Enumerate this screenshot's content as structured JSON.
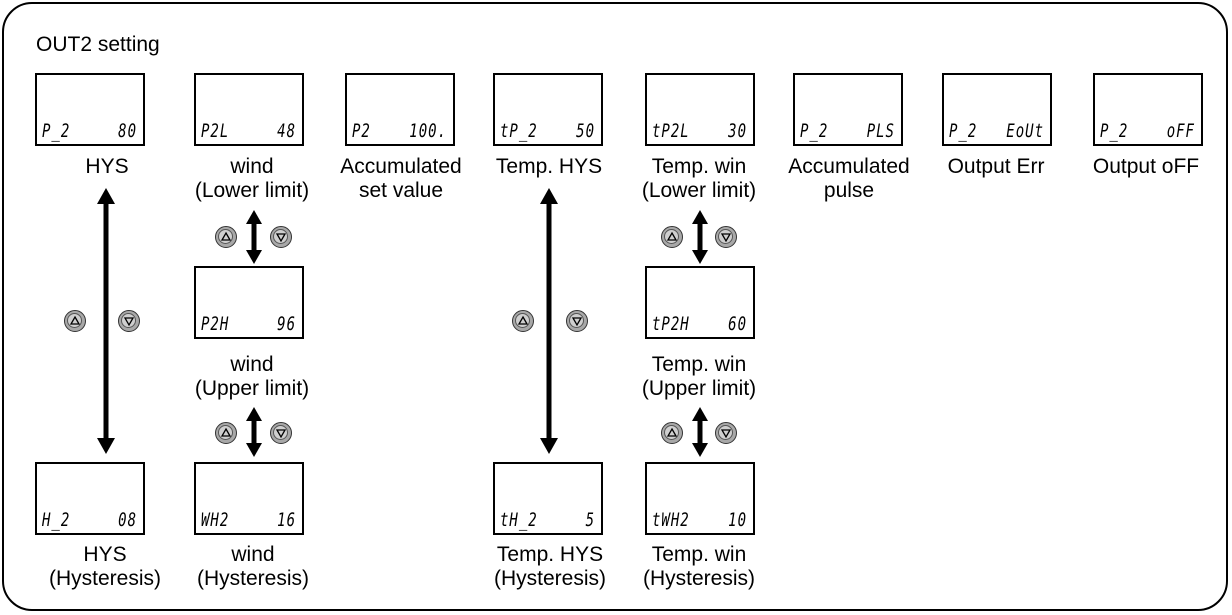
{
  "title": "OUT2 setting",
  "displays": [
    {
      "id": "hys",
      "left_text": "P_2",
      "right_text": "80",
      "label": [
        "HYS"
      ]
    },
    {
      "id": "wind-lower",
      "left_text": "P2L",
      "right_text": "48",
      "label": [
        "wind",
        "(Lower limit)"
      ]
    },
    {
      "id": "accumulated-set",
      "left_text": "P2",
      "right_text": "100.",
      "label": [
        "Accumulated",
        "set value"
      ]
    },
    {
      "id": "temp-hys",
      "left_text": "tP_2",
      "right_text": "50",
      "label": [
        "Temp. HYS"
      ]
    },
    {
      "id": "temp-win-lower",
      "left_text": "tP2L",
      "right_text": "30",
      "label": [
        "Temp. win",
        "(Lower limit)"
      ]
    },
    {
      "id": "accumulated-pulse",
      "left_text": "P_2",
      "right_text": "PLS",
      "label": [
        "Accumulated",
        "pulse"
      ]
    },
    {
      "id": "output-err",
      "left_text": "P_2",
      "right_text": "EoUt",
      "label": [
        "Output Err"
      ]
    },
    {
      "id": "output-off",
      "left_text": "P_2",
      "right_text": "oFF",
      "label": [
        "Output oFF"
      ]
    },
    {
      "id": "wind-upper",
      "left_text": "P2H",
      "right_text": "96",
      "label": [
        "wind",
        "(Upper limit)"
      ]
    },
    {
      "id": "temp-win-upper",
      "left_text": "tP2H",
      "right_text": "60",
      "label": [
        "Temp. win",
        "(Upper limit)"
      ]
    },
    {
      "id": "hys-hysteresis",
      "left_text": "H_2",
      "right_text": "08",
      "label": [
        "HYS",
        "(Hysteresis)"
      ]
    },
    {
      "id": "wind-hysteresis",
      "left_text": "WH2",
      "right_text": "16",
      "label": [
        "wind",
        "(Hysteresis)"
      ]
    },
    {
      "id": "temp-hys-hysteresis",
      "left_text": "tH_2",
      "right_text": "5",
      "label": [
        "Temp. HYS",
        "(Hysteresis)"
      ]
    },
    {
      "id": "temp-win-hysteresis",
      "left_text": "tWH2",
      "right_text": "10",
      "label": [
        "Temp. win",
        "(Hysteresis)"
      ]
    }
  ],
  "buttons": {
    "up_icon": "up-button-icon",
    "down_icon": "down-button-icon"
  },
  "colors": {
    "line": "#000000",
    "button_fill": "#a8a8a8"
  }
}
